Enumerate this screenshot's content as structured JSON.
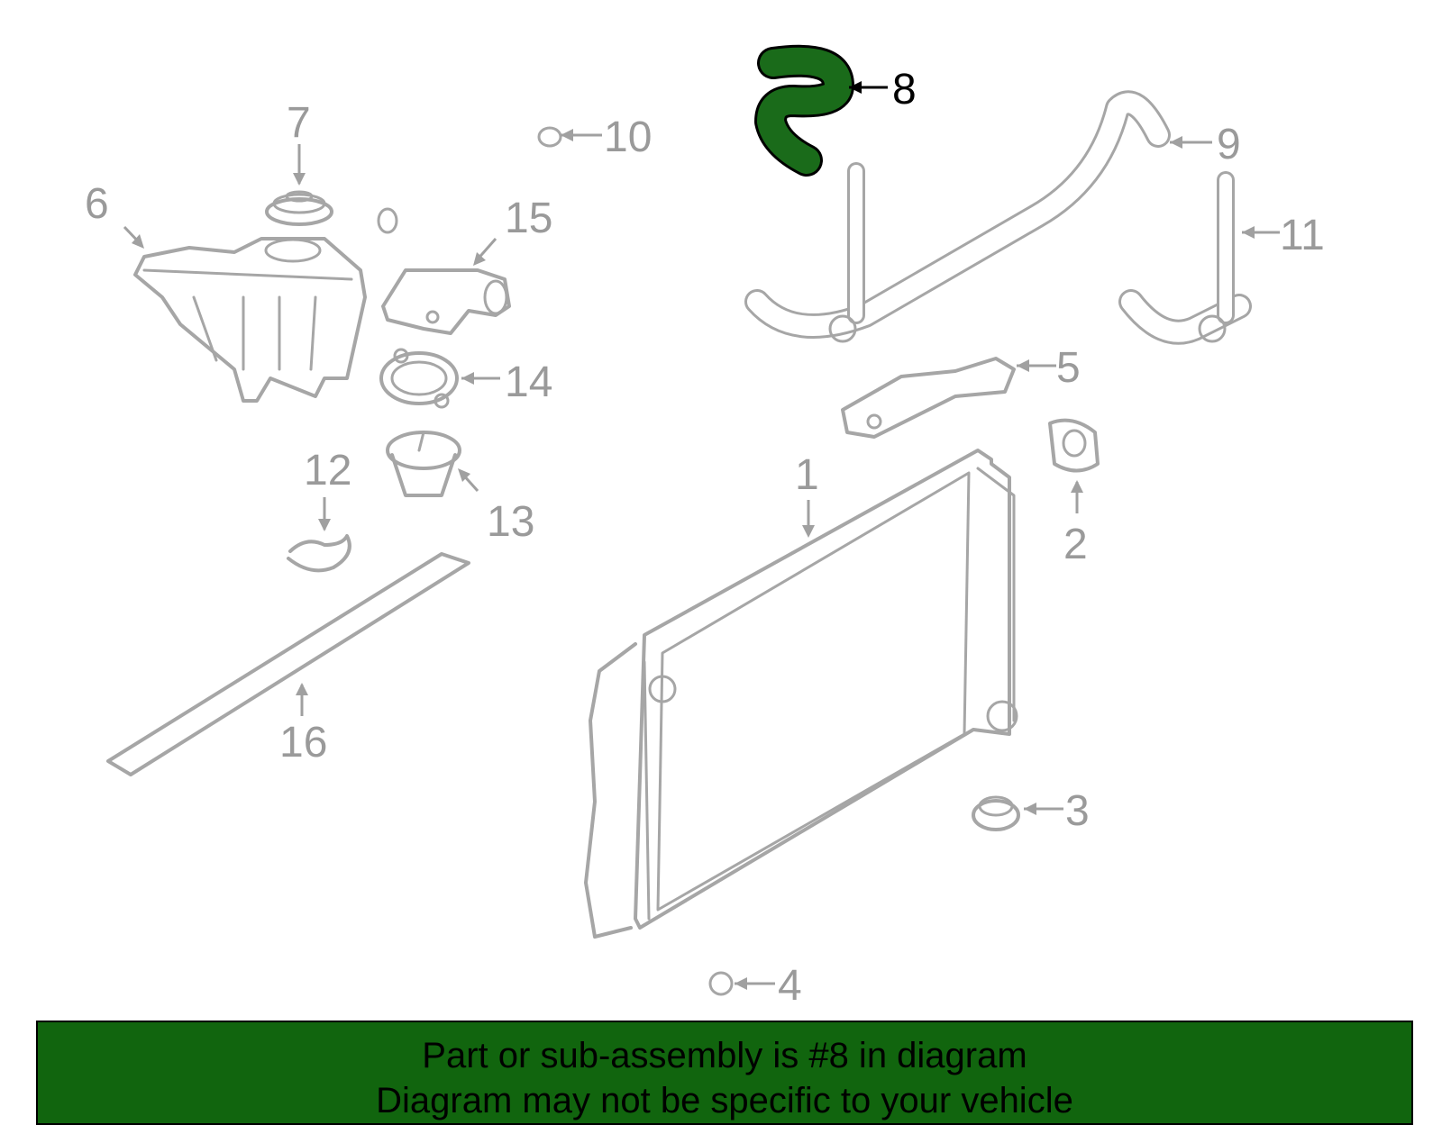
{
  "callouts": [
    "1",
    "2",
    "3",
    "4",
    "5",
    "6",
    "7",
    "8",
    "9",
    "10",
    "11",
    "12",
    "13",
    "14",
    "15",
    "16"
  ],
  "highlighted_callout": "8",
  "colors": {
    "highlight": "#1a6b1a",
    "banner_bg": "#11650e",
    "part_stroke": "#a6a6a6"
  },
  "banner": {
    "line1": "Part or sub-assembly is #8 in diagram",
    "line2": "Diagram may not be specific to your vehicle"
  }
}
